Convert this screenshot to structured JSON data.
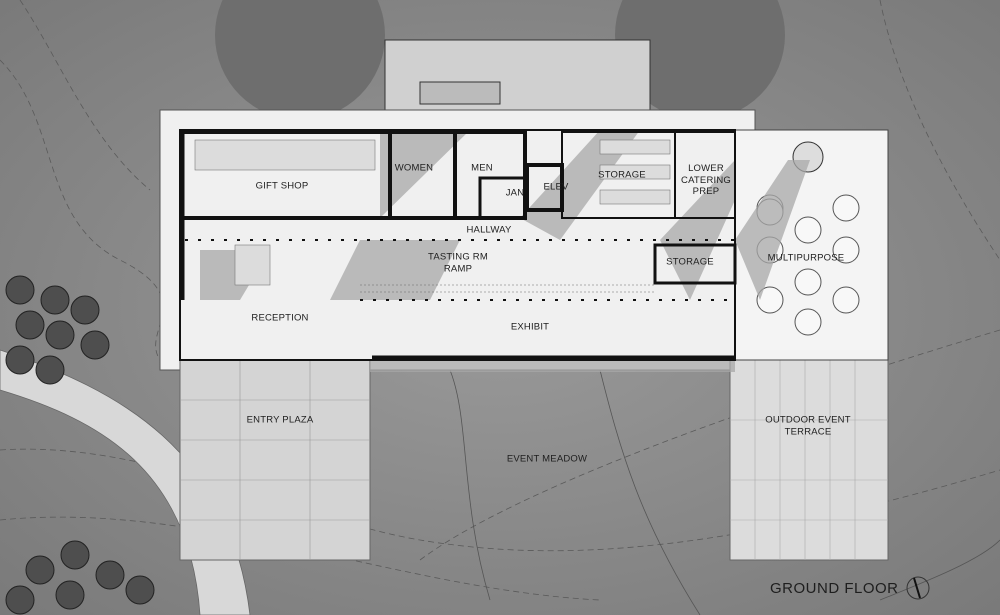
{
  "drawing": {
    "title": "GROUND FLOOR",
    "north_arrow_icon": "north-arrow-icon",
    "colors": {
      "ground": "#8e8e8e",
      "floor": "#e8e8e8",
      "wall": "#111111",
      "shadow": "#9a9a9a",
      "terrace": "#dcdcdc"
    }
  },
  "rooms": {
    "gift_shop": "GIFT SHOP",
    "women": "WOMEN",
    "men": "MEN",
    "jan": "JAN",
    "elev": "ELEV",
    "storage_upper": "STORAGE",
    "lower_catering_prep": "LOWER\nCATERING\nPREP",
    "hallway": "HALLWAY",
    "tasting_rm_ramp": "TASTING RM\nRAMP",
    "storage_lower": "STORAGE",
    "multipurpose": "MULTIPURPOSE",
    "reception": "RECEPTION",
    "exhibit": "EXHIBIT"
  },
  "site": {
    "entry_plaza": "ENTRY PLAZA",
    "event_meadow": "EVENT MEADOW",
    "outdoor_event_terrace": "OUTDOOR EVENT\nTERRACE"
  }
}
